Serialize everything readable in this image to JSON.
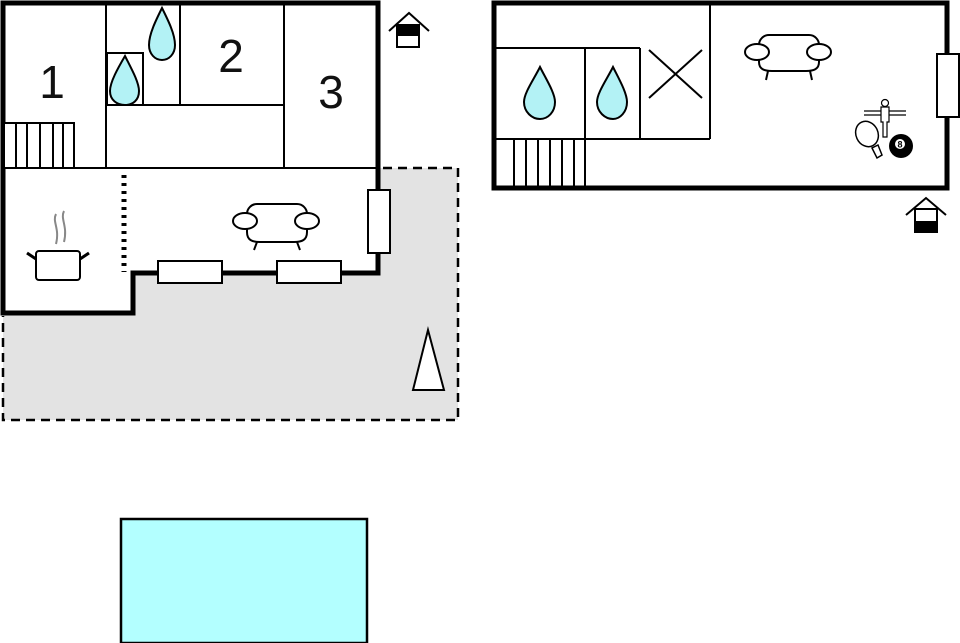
{
  "colors": {
    "wall": "#000000",
    "terrace_fill": "#e3e3e3",
    "water_drop": "#b3f2f5",
    "pool": "#b3ffff",
    "background": "#ffffff"
  },
  "ground_floor": {
    "rooms": [
      {
        "label": "1",
        "type": "bedroom"
      },
      {
        "label": "2",
        "type": "bedroom"
      },
      {
        "label": "3",
        "type": "bedroom"
      }
    ],
    "icons": [
      "water-drop-icon",
      "water-drop-icon",
      "stairs-icon",
      "cooking-pot-icon",
      "sofa-icon",
      "window-icon",
      "window-icon",
      "window-icon",
      "entrance-icon"
    ],
    "terrace": {
      "type": "covered-terrace",
      "icon": "parasol-icon"
    }
  },
  "upper_floor": {
    "icons": [
      "water-drop-icon",
      "water-drop-icon",
      "void-cross-icon",
      "stairs-icon",
      "sofa-icon",
      "window-icon",
      "foosball-icon",
      "ping-pong-paddle-icon",
      "billiard-ball-icon",
      "entrance-icon"
    ],
    "billiard_ball_number": "8"
  },
  "pool": {
    "type": "swimming-pool"
  }
}
